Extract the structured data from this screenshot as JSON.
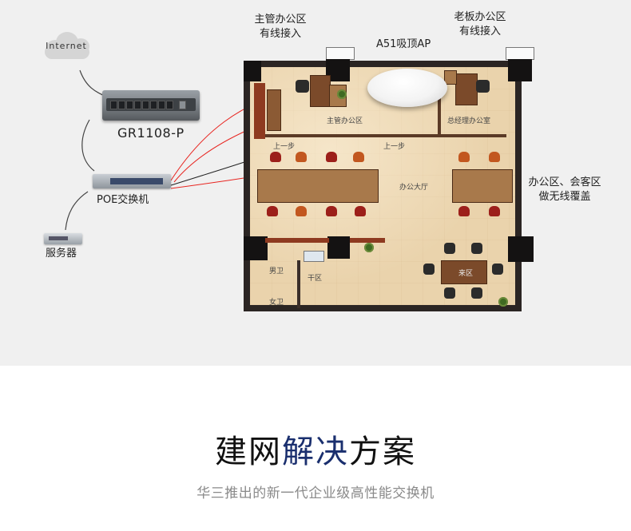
{
  "network": {
    "internet_label": "Internet",
    "router_label": "GR1108-P",
    "poe_switch_label": "POE交换机",
    "server_label": "服务器"
  },
  "callouts": {
    "manager_office_line1": "主管办公区",
    "manager_office_line2": "有线接入",
    "ap_label": "A51吸顶AP",
    "boss_office_line1": "老板办公区",
    "boss_office_line2": "有线接入",
    "office_area_line1": "办公区、会客区",
    "office_area_line2": "做无线覆盖"
  },
  "floorplan": {
    "manager_office": "主管办公区",
    "general_manager_office": "总经理办公室",
    "step_up_left": "上一步",
    "step_up_right": "上一步",
    "office_hall": "办公大厅",
    "male_restroom": "男卫",
    "female_restroom": "女卫",
    "dry_area": "干区",
    "reception": "来区"
  },
  "colors": {
    "wired_line": "#e8231e",
    "uplink_line": "#222222",
    "title_highlight": "#1a2f6e"
  },
  "footer": {
    "title_part1": "建网",
    "title_highlight": "解决",
    "title_part2": "方案",
    "subtitle": "华三推出的新一代企业级高性能交换机"
  }
}
